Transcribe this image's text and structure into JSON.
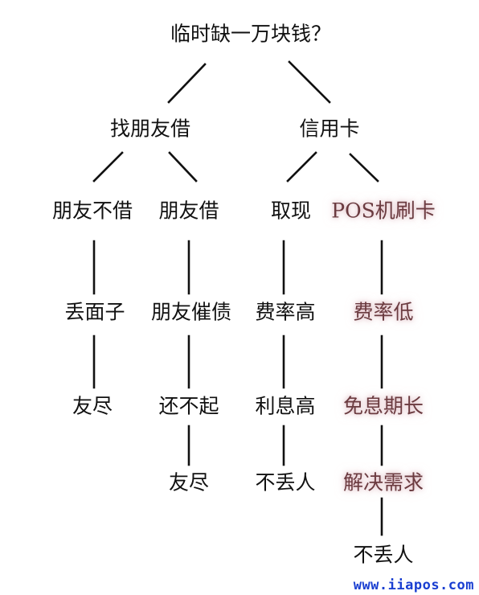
{
  "root": "临时缺一万块钱？",
  "branches": {
    "friend": "找朋友借",
    "card": "信用卡"
  },
  "level2": {
    "no_lend": "朋友不借",
    "lend": "朋友借",
    "cash": "取现",
    "pos": "POS机刷卡"
  },
  "level3": {
    "no_lend": "丢面子",
    "lend": "朋友催债",
    "cash": "费率高",
    "pos": "费率低"
  },
  "level4": {
    "no_lend": "友尽",
    "lend": "还不起",
    "cash": "利息高",
    "pos": "免息期长"
  },
  "level5": {
    "lend": "友尽",
    "cash": "不丢人",
    "pos": "解决需求"
  },
  "level6": {
    "pos": "不丢人"
  },
  "watermark": "www.iiapos.com",
  "colors": {
    "text": "#111111",
    "highlight_text": "#6b3b40",
    "highlight_glow": "#e0b8c2",
    "watermark": "#1a3fd1"
  }
}
